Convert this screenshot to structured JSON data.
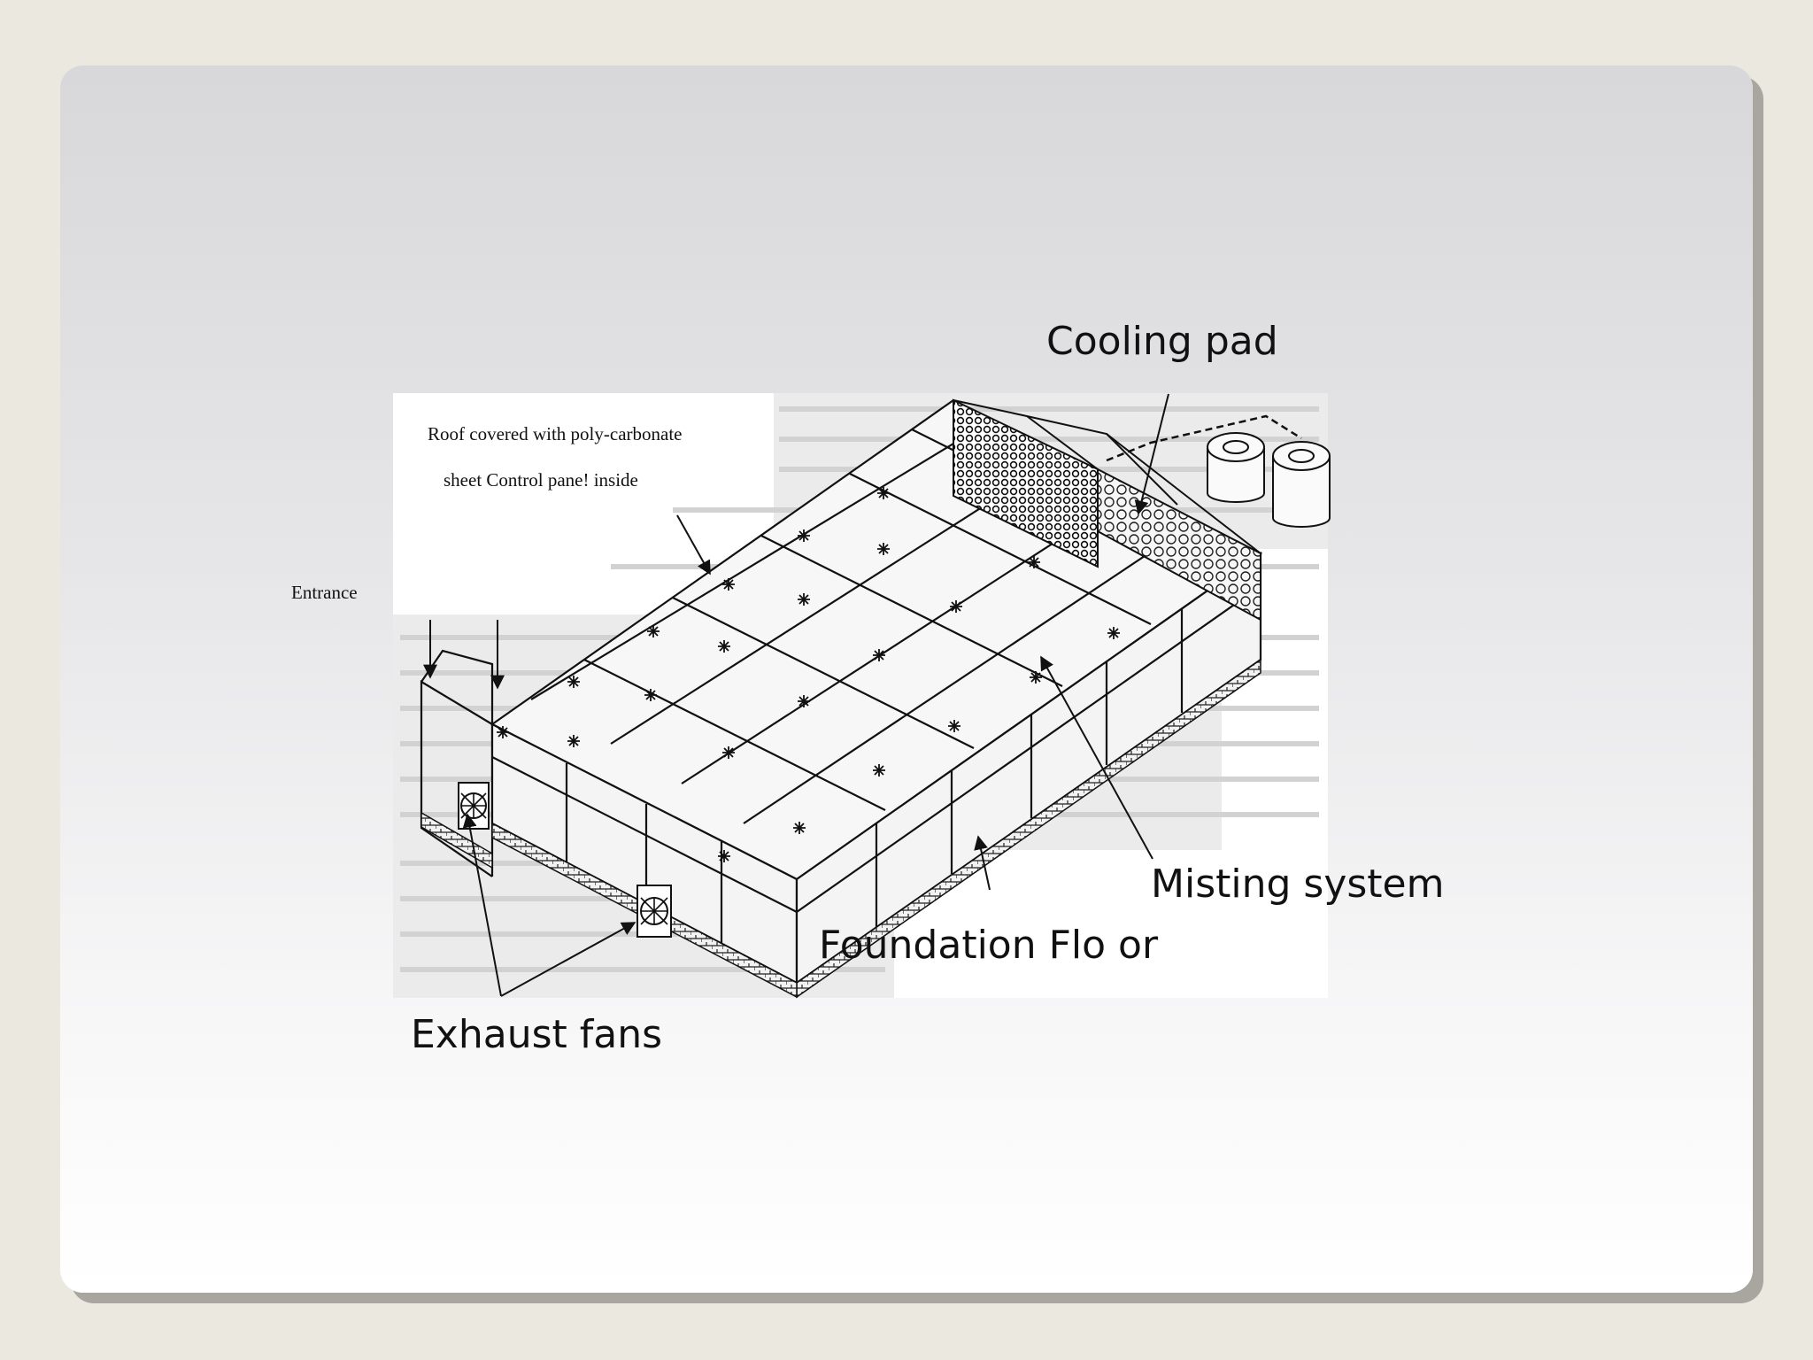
{
  "labels": {
    "cooling_pad": "Cooling pad",
    "misting_system": "Misting system",
    "foundation_floor": "Foundation Flo or",
    "exhaust_fans": "Exhaust fans",
    "entrance": "Entrance",
    "roof_line1": "Roof covered with poly-carbonate",
    "roof_line2": "sheet Control pane! inside"
  }
}
